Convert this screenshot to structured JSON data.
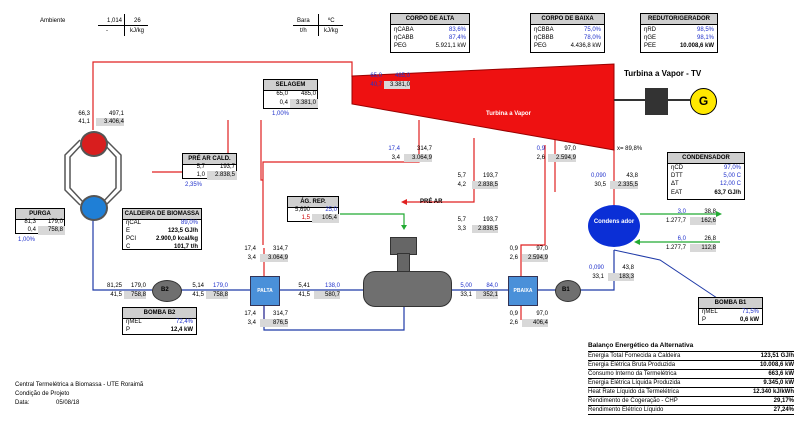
{
  "ambient": {
    "label": "Ambiente",
    "v1": "1,014",
    "v2": "26",
    "u1": "-",
    "u2": "kJ/kg"
  },
  "units": {
    "bara": "Bara",
    "degc": "ºC",
    "th": "t/h",
    "kjkg": "kJ/kg"
  },
  "corpo_alta": {
    "title": "CORPO DE ALTA",
    "rows": [
      {
        "k": "ηCABA",
        "v": "83,6%"
      },
      {
        "k": "ηCABB",
        "v": "87,4%"
      },
      {
        "k": "PEG",
        "v": "5.921,1 kW"
      }
    ]
  },
  "corpo_baixa": {
    "title": "CORPO DE BAIXA",
    "rows": [
      {
        "k": "ηCBBA",
        "v": "75,0%"
      },
      {
        "k": "ηCBBB",
        "v": "78,0%"
      },
      {
        "k": "PEG",
        "v": "4.436,8 kW"
      }
    ]
  },
  "redutor": {
    "title": "REDUTOR/GERADOR",
    "rows": [
      {
        "k": "ηRD",
        "v": "98,5%"
      },
      {
        "k": "ηGE",
        "v": "98,1%"
      },
      {
        "k": "PEE",
        "v": "10.008,6 kW"
      }
    ]
  },
  "turbine_title": "Turbina a Vapor - TV",
  "turbine_label": "Turbina a Vapor",
  "generator": "G",
  "selagem": {
    "title": "SELAGEM",
    "a": "65,0",
    "b": "485,0",
    "c": "0,4",
    "d": "3.381,0",
    "pct": "1,00%"
  },
  "steam_in": {
    "a": "65,0",
    "b": "485,0",
    "c": "40,7",
    "d": "3.381,0"
  },
  "top_left": {
    "a": "66,3",
    "b": "497,1",
    "c": "41,1",
    "d": "3.406,4"
  },
  "pre_ar_cald": {
    "title": "PRÉ AR CALD.",
    "a": "5,7",
    "b": "193,7",
    "c": "1,0",
    "d": "2.838,5",
    "pct": "2,35%"
  },
  "purga": {
    "title": "PURGA",
    "a": "81,3",
    "b": "179,0",
    "c": "0,4",
    "d": "758,8",
    "pct": "1,00%"
  },
  "caldeira": {
    "title": "CALDEIRA DE BIOMASSA",
    "rows": [
      {
        "k": "ηCAL",
        "v": "89,0%"
      },
      {
        "k": "E",
        "v": "123,5 GJ/h"
      },
      {
        "k": "PCI",
        "v": "2.900,0 kcal/kg"
      },
      {
        "k": "C",
        "v": "101,7 t/h"
      }
    ]
  },
  "ext1": {
    "a": "17,4",
    "b": "314,7",
    "c": "3,4",
    "d": "3.064,9"
  },
  "ext2": {
    "a": "5,7",
    "b": "193,7",
    "c": "4,2",
    "d": "2.838,5"
  },
  "ext3": {
    "a": "0,9",
    "b": "97,0",
    "c": "2,6",
    "d": "2.594,9"
  },
  "xq": "x= 89,8%",
  "cond_in": {
    "a": "0,090",
    "b": "43,8",
    "c": "30,5",
    "d": "2.335,5"
  },
  "condensador": {
    "title": "CONDENSADOR",
    "rows": [
      {
        "k": "ηCD",
        "v": "97,0%"
      },
      {
        "k": "DTT",
        "v": "5,00 C"
      },
      {
        "k": "ΔT",
        "v": "12,00 C"
      },
      {
        "k": "EAT",
        "v": "63,7 GJ/h"
      }
    ]
  },
  "cond_label": "Condens ador",
  "agua_rep": {
    "title": "ÁG. REP.",
    "a": "5,690",
    "b": "25,0",
    "c": "1,5",
    "d": "105,4"
  },
  "pre_ar": "PRÉ AR",
  "ext2b": {
    "a": "5,7",
    "b": "193,7",
    "c": "3,3",
    "d": "2.838,5"
  },
  "cw1": {
    "a": "3,0",
    "b": "38,8",
    "c": "1.277,7",
    "d": "162,6"
  },
  "cw2": {
    "a": "6,0",
    "b": "26,8",
    "c": "1.277,7",
    "d": "112,8"
  },
  "deaer_in": {
    "a": "17,4",
    "b": "314,7",
    "c": "3,4",
    "d": "3.064,9"
  },
  "deaer_out": {
    "a": "17,4",
    "b": "314,7",
    "c": "3,4",
    "d": "876,5"
  },
  "pump_line": {
    "a": "81,25",
    "b": "179,0",
    "c": "41,5",
    "d": "758,8",
    "e": "5,14",
    "f": "179,0",
    "g": "41,5",
    "h": "758,8"
  },
  "palta_out": {
    "a": "5,41",
    "b": "138,0",
    "c": "41,5",
    "d": "580,7"
  },
  "pbaixa_in": {
    "a": "5,00",
    "b": "84,0",
    "c": "33,1",
    "d": "352,1"
  },
  "pbaixa_top": {
    "a": "0,9",
    "b": "97,0",
    "c": "2,6",
    "d": "2.594,9"
  },
  "pbaixa_bot": {
    "a": "0,9",
    "b": "97,0",
    "c": "2,6",
    "d": "406,4"
  },
  "b1_line": {
    "a": "0,090",
    "b": "43,8",
    "c": "33,1",
    "d": "183,3"
  },
  "labels": {
    "b2": "B2",
    "b1": "B1",
    "palta": "PALTA",
    "pbaixa": "PBAIXA"
  },
  "bomba_b2": {
    "title": "BOMBA B2",
    "rows": [
      {
        "k": "ηMEL",
        "v": "72,4%"
      },
      {
        "k": "P",
        "v": "12,4 kW"
      }
    ]
  },
  "bomba_b1": {
    "title": "BOMBA B1",
    "rows": [
      {
        "k": "ηMEL",
        "v": "71,5%"
      },
      {
        "k": "P",
        "v": "0,6 kW"
      }
    ]
  },
  "balance": {
    "title": "Balanço Energético da Alternativa",
    "rows": [
      {
        "k": "Energia Total Fornecida a Caldeira",
        "v": "123,51 GJ/h"
      },
      {
        "k": "Energia Elétrica Bruta Produzida",
        "v": "10.008,6 kW"
      },
      {
        "k": "Consumo Interno da Termelétrica",
        "v": "663,6 kW"
      },
      {
        "k": "Energia Elétrica Líquida Produzida",
        "v": "9.345,0 kW"
      },
      {
        "k": "Heat Rate Líquido da Termelétrica",
        "v": "12.340 kJ/kWh"
      },
      {
        "k": "Rendimento de Cogeração - CHP",
        "v": "29,17%"
      },
      {
        "k": "Rendimento Elétrico Líquido",
        "v": "27,24%"
      }
    ]
  },
  "footer": {
    "l1": "Central Termelétrica a Biomassa - UTE Roraimã",
    "l2": "Condição de Projeto",
    "l3k": "Data:",
    "l3v": "05/08/18"
  }
}
